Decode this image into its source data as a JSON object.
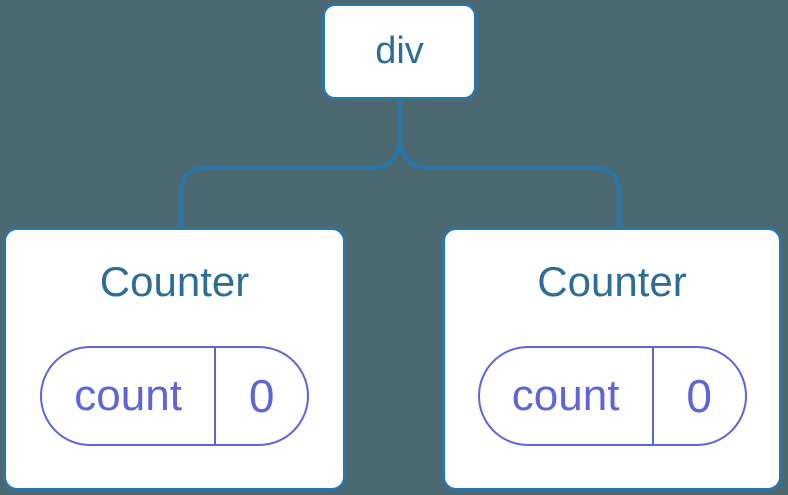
{
  "tree": {
    "root": {
      "label": "div"
    },
    "children": [
      {
        "title": "Counter",
        "state": {
          "key": "count",
          "value": "0"
        }
      },
      {
        "title": "Counter",
        "state": {
          "key": "count",
          "value": "0"
        }
      }
    ]
  },
  "colors": {
    "background": "#4c6972",
    "line_blue": "#2b75a7",
    "node_text_blue": "#2d6d96",
    "state_purple": "#5f64d8",
    "card_background": "#ffffff"
  }
}
